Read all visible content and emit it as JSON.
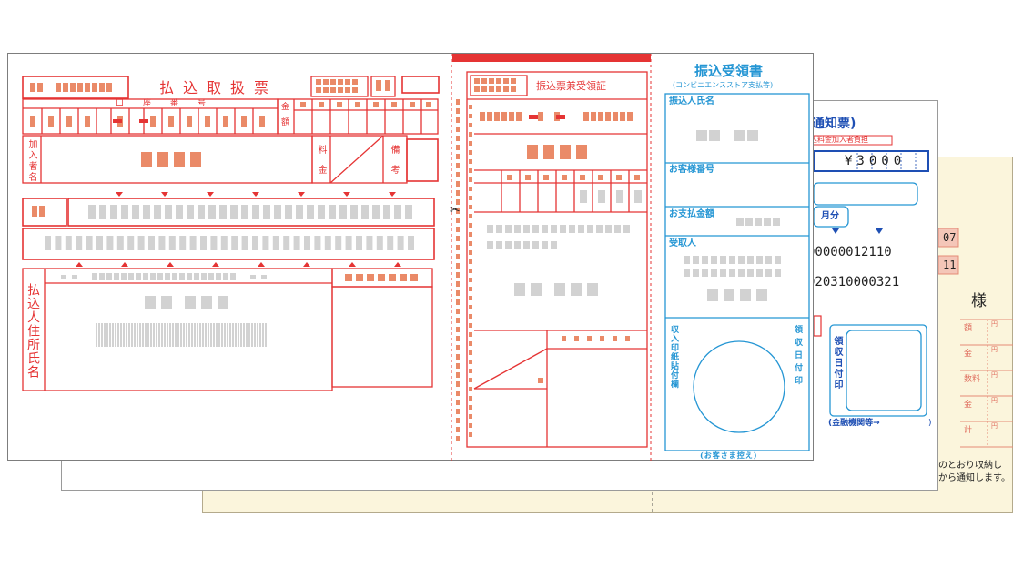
{
  "back_sheet": {
    "labels": [
      "07",
      "11",
      "様",
      "額",
      "金",
      "数料",
      "金",
      "計"
    ],
    "yen_marks": [
      "円",
      "円",
      "円",
      "円",
      "円"
    ],
    "footer_line1": "のとおり収納し",
    "footer_line2": "から通知します。"
  },
  "middle_sheet": {
    "title": "通知票)",
    "subtitle": "込料金加入者負担",
    "amount": "¥3000",
    "month_label": "月分",
    "number1": "00000012110",
    "number2": "020310000321",
    "stamp_label": "領収日付印",
    "footer": "(金融機関等→"
  },
  "front_sheet": {
    "title": "払込取扱票",
    "account_labels": [
      "口",
      "座",
      "番",
      "号"
    ],
    "amount_label": "金額",
    "subscriber_label": "加入者名",
    "fee_label": "料金",
    "remarks_label": "備考",
    "payer_label": "払込人住所氏名",
    "scissors": "✂",
    "receipt_title": "振込票兼受領証",
    "right_title": "振込受領書",
    "right_subtitle": "(コンビニエンスストア支払等)",
    "fields": [
      "振込人氏名",
      "お客様番号",
      "お支払金額",
      "受取人"
    ],
    "stamp_box_label": "収入印紙貼付欄",
    "date_stamp_label": "領収日付印",
    "footer": "(お客さま控え)"
  }
}
